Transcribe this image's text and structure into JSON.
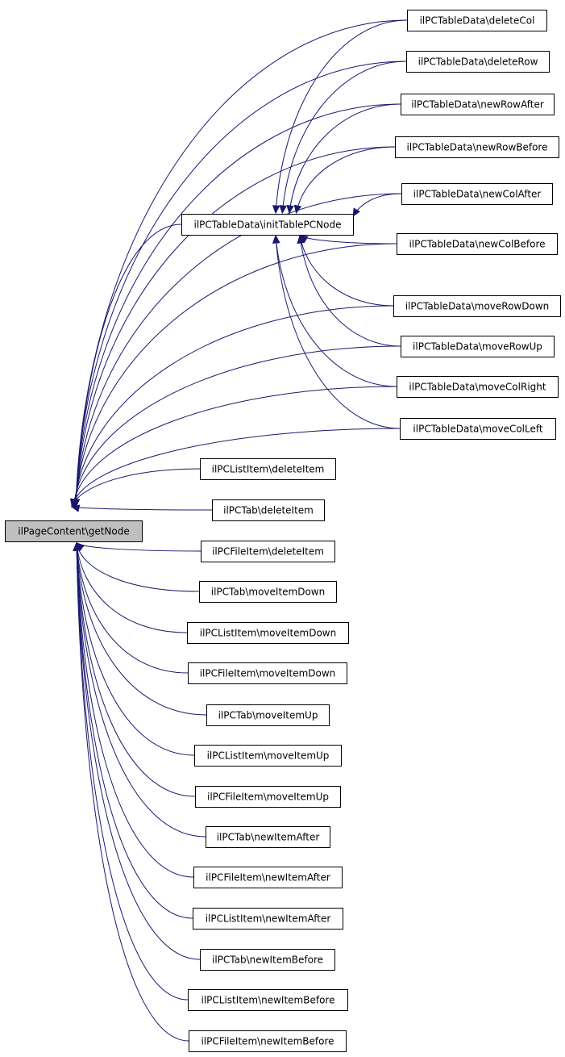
{
  "diagram": {
    "colors": {
      "edge": "#191970",
      "root_fill": "#bfbfbf",
      "node_fill": "#ffffff",
      "border": "#000000"
    },
    "root": {
      "id": "root",
      "label": "ilPageContent\\getNode"
    },
    "middle": {
      "id": "init",
      "label": "ilPCTableData\\initTablePCNode"
    },
    "nodes": [
      {
        "id": "deleteCol",
        "label": "ilPCTableData\\deleteCol"
      },
      {
        "id": "deleteRow",
        "label": "ilPCTableData\\deleteRow"
      },
      {
        "id": "newRowAfter",
        "label": "ilPCTableData\\newRowAfter"
      },
      {
        "id": "newRowBefore",
        "label": "ilPCTableData\\newRowBefore"
      },
      {
        "id": "newColAfter",
        "label": "ilPCTableData\\newColAfter"
      },
      {
        "id": "newColBefore",
        "label": "ilPCTableData\\newColBefore"
      },
      {
        "id": "moveRowDown",
        "label": "ilPCTableData\\moveRowDown"
      },
      {
        "id": "moveRowUp",
        "label": "ilPCTableData\\moveRowUp"
      },
      {
        "id": "moveColRight",
        "label": "ilPCTableData\\moveColRight"
      },
      {
        "id": "moveColLeft",
        "label": "ilPCTableData\\moveColLeft"
      },
      {
        "id": "li_deleteItem",
        "label": "ilPCListItem\\deleteItem"
      },
      {
        "id": "tab_deleteItem",
        "label": "ilPCTab\\deleteItem"
      },
      {
        "id": "fi_deleteItem",
        "label": "ilPCFileItem\\deleteItem"
      },
      {
        "id": "tab_moveItemDown",
        "label": "ilPCTab\\moveItemDown"
      },
      {
        "id": "li_moveItemDown",
        "label": "ilPCListItem\\moveItemDown"
      },
      {
        "id": "fi_moveItemDown",
        "label": "ilPCFileItem\\moveItemDown"
      },
      {
        "id": "tab_moveItemUp",
        "label": "ilPCTab\\moveItemUp"
      },
      {
        "id": "li_moveItemUp",
        "label": "ilPCListItem\\moveItemUp"
      },
      {
        "id": "fi_moveItemUp",
        "label": "ilPCFileItem\\moveItemUp"
      },
      {
        "id": "tab_newItemAfter",
        "label": "ilPCTab\\newItemAfter"
      },
      {
        "id": "fi_newItemAfter",
        "label": "ilPCFileItem\\newItemAfter"
      },
      {
        "id": "li_newItemAfter",
        "label": "ilPCListItem\\newItemAfter"
      },
      {
        "id": "tab_newItemBefore",
        "label": "ilPCTab\\newItemBefore"
      },
      {
        "id": "li_newItemBefore",
        "label": "ilPCListItem\\newItemBefore"
      },
      {
        "id": "fi_newItemBefore",
        "label": "ilPCFileItem\\newItemBefore"
      }
    ],
    "edges_to_root": [
      "init",
      "deleteCol",
      "deleteRow",
      "newRowAfter",
      "newRowBefore",
      "newColAfter",
      "newColBefore",
      "moveRowDown",
      "moveRowUp",
      "moveColRight",
      "moveColLeft",
      "li_deleteItem",
      "tab_deleteItem",
      "fi_deleteItem",
      "tab_moveItemDown",
      "li_moveItemDown",
      "fi_moveItemDown",
      "tab_moveItemUp",
      "li_moveItemUp",
      "fi_moveItemUp",
      "tab_newItemAfter",
      "fi_newItemAfter",
      "li_newItemAfter",
      "tab_newItemBefore",
      "li_newItemBefore",
      "fi_newItemBefore"
    ],
    "edges_to_middle": [
      "deleteCol",
      "deleteRow",
      "newRowAfter",
      "newRowBefore",
      "newColAfter",
      "newColBefore",
      "moveRowDown",
      "moveRowUp",
      "moveColRight",
      "moveColLeft"
    ]
  }
}
